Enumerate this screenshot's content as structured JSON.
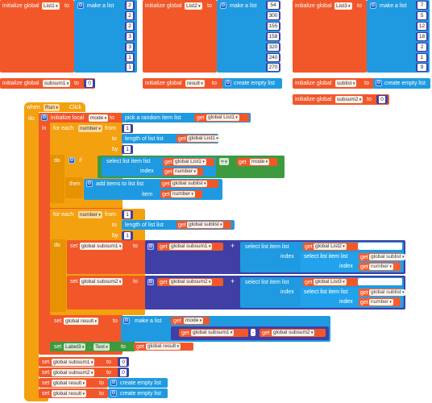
{
  "globals": {
    "list1": {
      "kw": "initialize global",
      "name": "List1",
      "to": "to",
      "op": "make a list",
      "values": [
        "2",
        "2",
        "2",
        "3",
        "3",
        "1",
        "1"
      ]
    },
    "list2": {
      "kw": "initialize global",
      "name": "List2",
      "to": "to",
      "op": "make a list",
      "values": [
        "54",
        "300",
        "155",
        "158",
        "320",
        "240",
        "270"
      ]
    },
    "list3": {
      "kw": "initialize global",
      "name": "List3",
      "to": "to",
      "op": "make a list",
      "values": [
        "7",
        "5",
        "12",
        "18",
        "2",
        "1",
        "9"
      ]
    },
    "subsum1": {
      "kw": "initialize global",
      "name": "subsum1",
      "to": "to",
      "value": "0"
    },
    "result": {
      "kw": "initialize global",
      "name": "result",
      "to": "to",
      "op": "create empty list"
    },
    "sublist": {
      "kw": "initialize global",
      "name": "sublist",
      "to": "to",
      "op": "create empty list"
    },
    "subsum2": {
      "kw": "initialize global",
      "name": "subsum2",
      "to": "to",
      "value": "0"
    }
  },
  "event": {
    "when": "when",
    "component": "Run",
    "event": "Click",
    "do": "do",
    "in": "in",
    "init_local": "initialize local",
    "local_name": "mode",
    "to": "to",
    "pick": "pick a random item list",
    "get": "get",
    "global_list1": "global List1",
    "global_list2": "global List2",
    "global_list3": "global List3",
    "global_sublist": "global sublist",
    "global_subsum1": "global subsum1",
    "global_subsum2": "global subsum2",
    "global_result": "global result",
    "for_each": "for each",
    "number": "number",
    "from": "from",
    "to_kw": "to",
    "by": "by",
    "one": "1",
    "length": "length of list list",
    "if": "if",
    "then": "then",
    "select": "select list item list",
    "index": "index",
    "eq": "=",
    "mode": "mode",
    "add_items": "add items to list list",
    "item": "item",
    "set": "set",
    "plus": "+",
    "minus": "-",
    "make_list": "make a list",
    "label3": "Label3",
    "text_prop": "Text",
    "zero": "0",
    "create_empty": "create empty list"
  },
  "colors": {
    "variable": "#f2572a",
    "list": "#1f9ae0",
    "logic": "#3e9a3e",
    "control": "#f3a10f",
    "math": "#3f3fa6"
  }
}
